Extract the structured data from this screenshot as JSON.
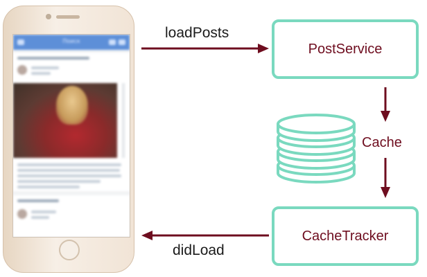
{
  "diagram": {
    "nodes": {
      "post_service": "PostService",
      "cache_tracker": "CacheTracker"
    },
    "edges": {
      "load_posts": "loadPosts",
      "cache": "Cache",
      "did_load": "didLoad"
    }
  },
  "phone_screen": {
    "app_title": "Поиск"
  },
  "colors": {
    "arrow": "#6e0d1f",
    "box_border": "#7ad9bf",
    "database": "#7ad9bf"
  }
}
